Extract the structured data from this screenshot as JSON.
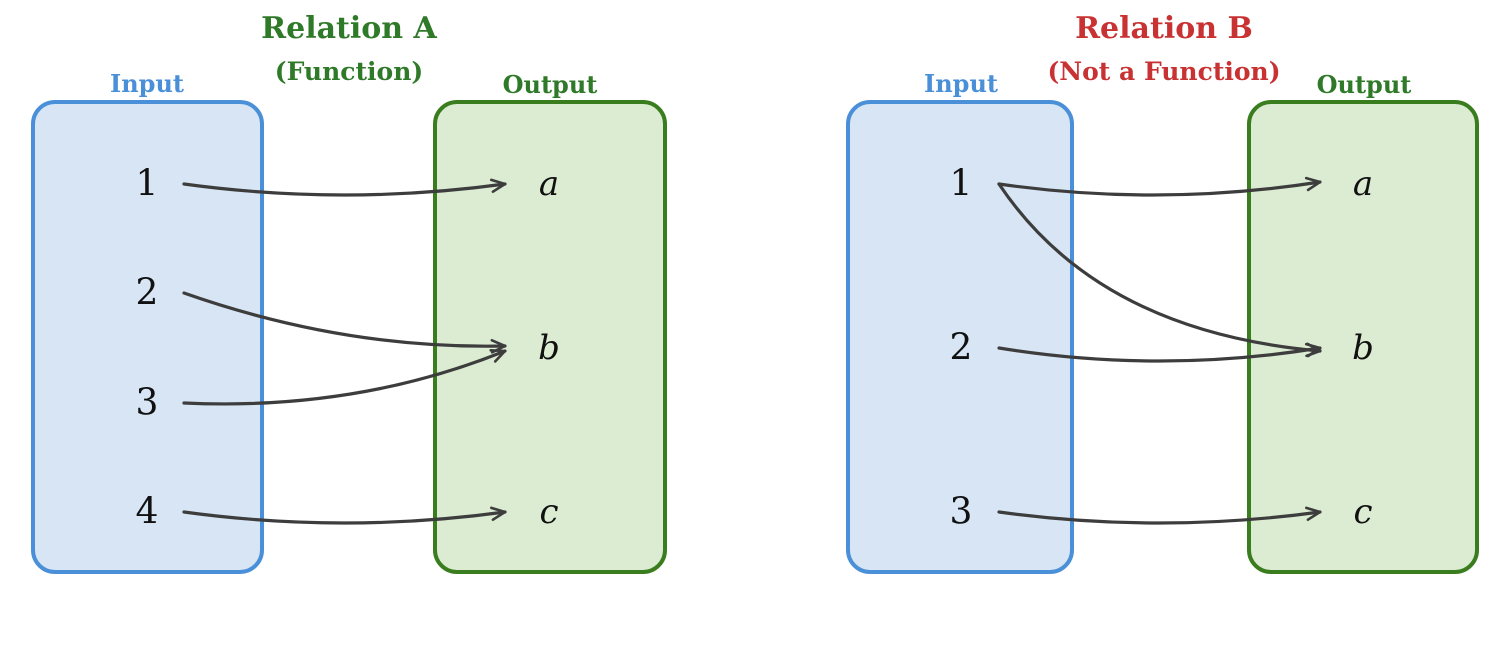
{
  "figure": {
    "panels": [
      {
        "title": "Relation A",
        "subtitle": "(Function)",
        "input_label": "Input",
        "output_label": "Output",
        "inputs": [
          "1",
          "2",
          "3",
          "4"
        ],
        "outputs": [
          "a",
          "b",
          "c"
        ],
        "mappings": [
          {
            "from": "1",
            "to": "a"
          },
          {
            "from": "2",
            "to": "b"
          },
          {
            "from": "3",
            "to": "b"
          },
          {
            "from": "4",
            "to": "c"
          }
        ]
      },
      {
        "title": "Relation B",
        "subtitle": "(Not a Function)",
        "input_label": "Input",
        "output_label": "Output",
        "inputs": [
          "1",
          "2",
          "3"
        ],
        "outputs": [
          "a",
          "b",
          "c"
        ],
        "mappings": [
          {
            "from": "1",
            "to": "a"
          },
          {
            "from": "1",
            "to": "b"
          },
          {
            "from": "2",
            "to": "b"
          },
          {
            "from": "3",
            "to": "c"
          }
        ]
      }
    ],
    "colors": {
      "blue-stroke": "#4a90d9",
      "blue-fill": "#d7e5f4",
      "blue-text": "#4a90d9",
      "green-stroke": "#3a7d1f",
      "green-fill": "#dcecd2",
      "green-text": "#2f7a29",
      "red-text": "#c83232",
      "arrow": "#3d3d3d",
      "ink": "#111111"
    }
  }
}
